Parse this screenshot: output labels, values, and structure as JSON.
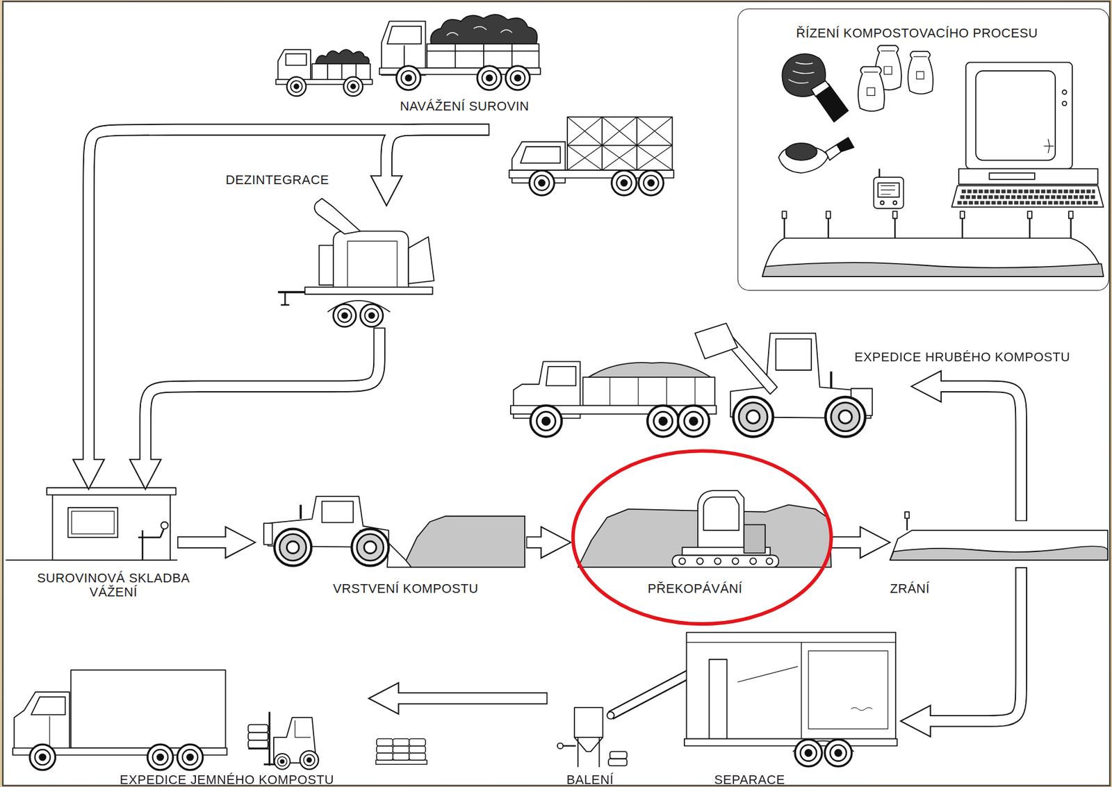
{
  "diagram": {
    "nodes": [
      {
        "text": [
          "NAVÁŽENÍ SUROVIN"
        ]
      },
      {
        "text": [
          "ŘÍZENÍ KOMPOSTOVACÍHO PROCESU"
        ]
      },
      {
        "text": [
          "DEZINTEGRACE"
        ]
      },
      {
        "text": [
          "EXPEDICE HRUBÉHO KOMPOSTU"
        ]
      },
      {
        "text": [
          "SUROVINOVÁ SKLADBA VÁŽENÍ"
        ]
      },
      {
        "text": [
          "VRSTVENÍ KOMPOSTU"
        ]
      },
      {
        "text": [
          "PŘEKOPÁVÁNÍ"
        ]
      },
      {
        "text": [
          "ZRÁNÍ"
        ]
      },
      {
        "text": [
          "EXPEDICE JEMNÉHO KOMPOSTU"
        ]
      },
      {
        "text": [
          "BALENÍ"
        ]
      },
      {
        "text": [
          "SEPARACE"
        ]
      }
    ],
    "edges": [
      {
        "from": 0,
        "to": 4,
        "arrow": "to"
      },
      {
        "from": 0,
        "to": 2,
        "arrow": "to"
      },
      {
        "from": 2,
        "to": 4,
        "arrow": "to"
      },
      {
        "from": 4,
        "to": 5,
        "arrow": "to"
      },
      {
        "from": 5,
        "to": 6,
        "arrow": "to"
      },
      {
        "from": 6,
        "to": 7,
        "arrow": "to"
      },
      {
        "from": 7,
        "to": 3,
        "arrow": "to"
      },
      {
        "from": 7,
        "to": 10,
        "arrow": "to"
      },
      {
        "from": 9,
        "to": 8,
        "arrow": "to"
      }
    ]
  }
}
